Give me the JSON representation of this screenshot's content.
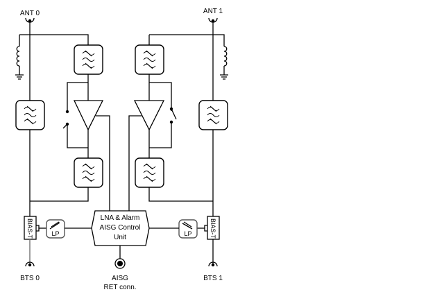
{
  "diagram": {
    "title": "Dual-band TMA block diagram",
    "antennas": [
      {
        "id": "ant0",
        "label": "ANT 0"
      },
      {
        "id": "ant1",
        "label": "ANT 1"
      }
    ],
    "bts_ports": [
      {
        "id": "bts0",
        "label": "BTS 0"
      },
      {
        "id": "bts1",
        "label": "BTS 1"
      }
    ],
    "control_unit": {
      "lines": [
        "LNA & Alarm",
        "AISG  Control",
        "Unit"
      ]
    },
    "aisg_connector": {
      "lines": [
        "AISG",
        "RET conn."
      ]
    },
    "bias_tee": {
      "label": "BIAS-T"
    },
    "low_pass": {
      "label": "LP"
    },
    "components": {
      "filters": 6,
      "amplifiers": 2,
      "switches": 2,
      "inductors": 2,
      "bias_tees": 2,
      "low_pass_filters": 2
    },
    "colors": {
      "line": "#000000",
      "lp_border": "#555555",
      "background": "#ffffff"
    }
  }
}
